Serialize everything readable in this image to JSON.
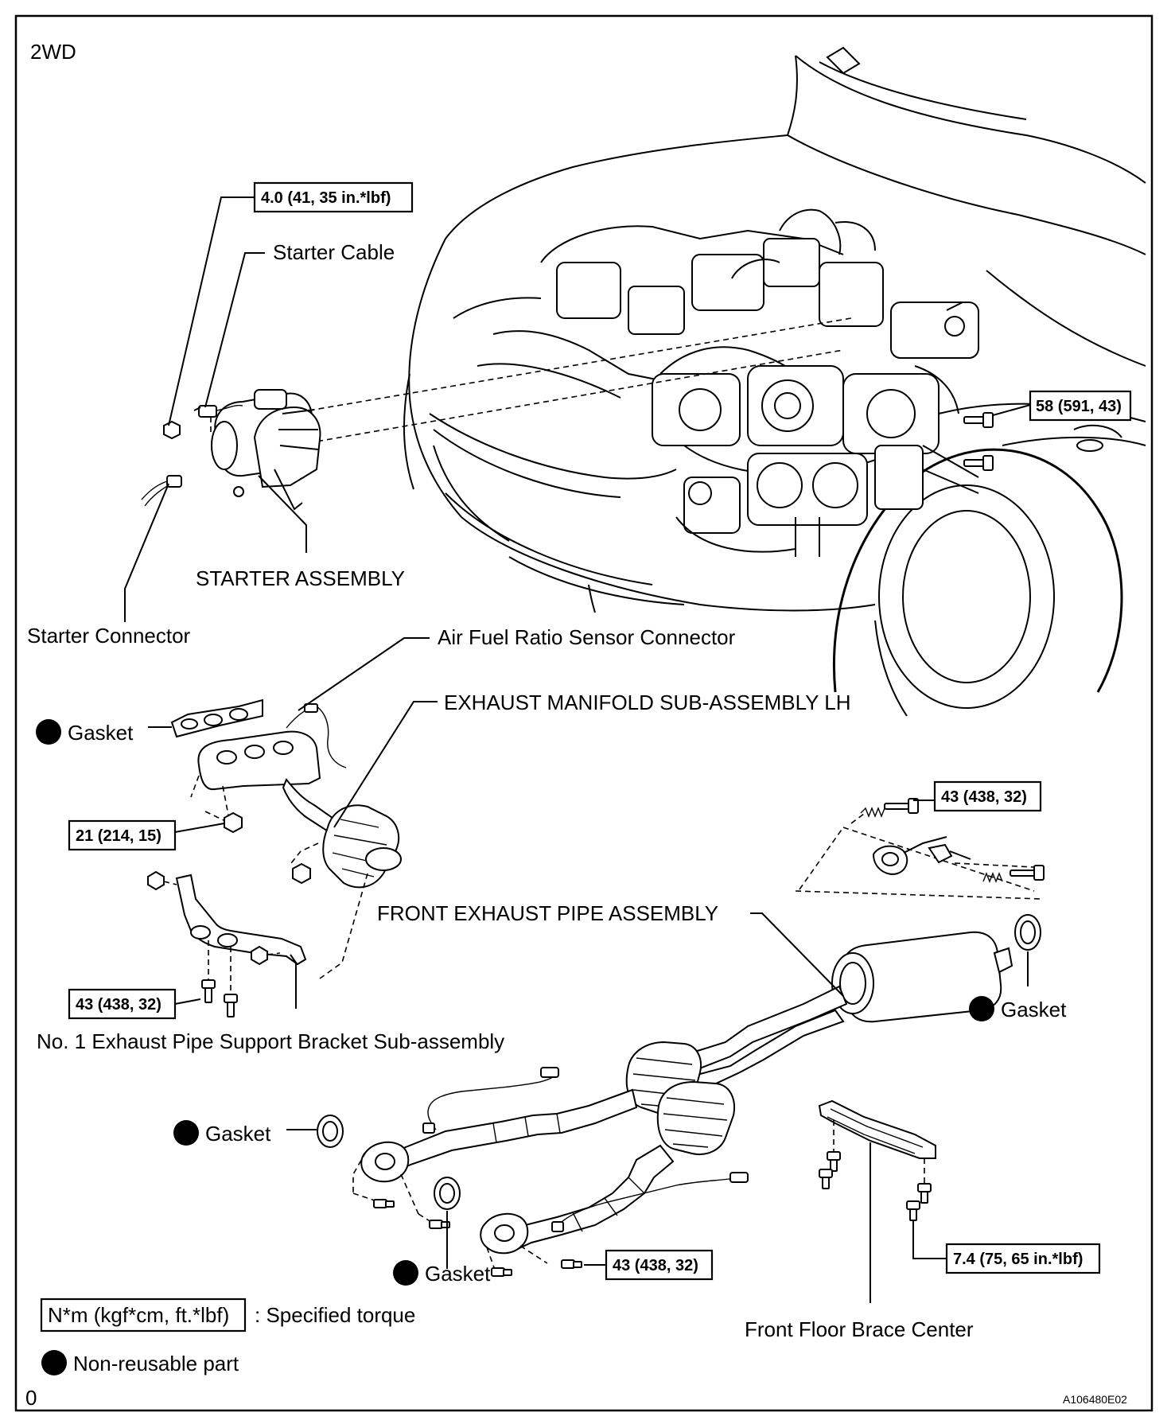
{
  "header": {
    "variant": "2WD"
  },
  "labels": {
    "starter_cable": "Starter Cable",
    "starter_assembly": "STARTER ASSEMBLY",
    "starter_connector": "Starter Connector",
    "af_sensor_connector": "Air Fuel Ratio Sensor Connector",
    "exhaust_manifold": "EXHAUST MANIFOLD SUB-ASSEMBLY LH",
    "gasket": "Gasket",
    "front_exhaust_pipe": "FRONT EXHAUST PIPE ASSEMBLY",
    "support_bracket": "No. 1 Exhaust Pipe Support Bracket Sub-assembly",
    "front_floor_brace": "Front Floor Brace Center"
  },
  "torques": {
    "starter_nut": "4.0 (41, 35 in.*lbf)",
    "starter_bolt": "58 (591, 43)",
    "manifold_nut": "21 (214, 15)",
    "bracket_bolt": "43 (438, 32)",
    "hanger_bolt": "43 (438, 32)",
    "pipe_bolt": "43 (438, 32)",
    "brace_bolt": "7.4 (75, 65 in.*lbf)"
  },
  "legend": {
    "torque_unit": "N*m (kgf*cm, ft.*lbf)",
    "torque_desc": ": Specified torque",
    "nonreusable_desc": "Non-reusable part"
  },
  "footer": {
    "page_marker": "0",
    "figure_code": "A106480E02"
  }
}
